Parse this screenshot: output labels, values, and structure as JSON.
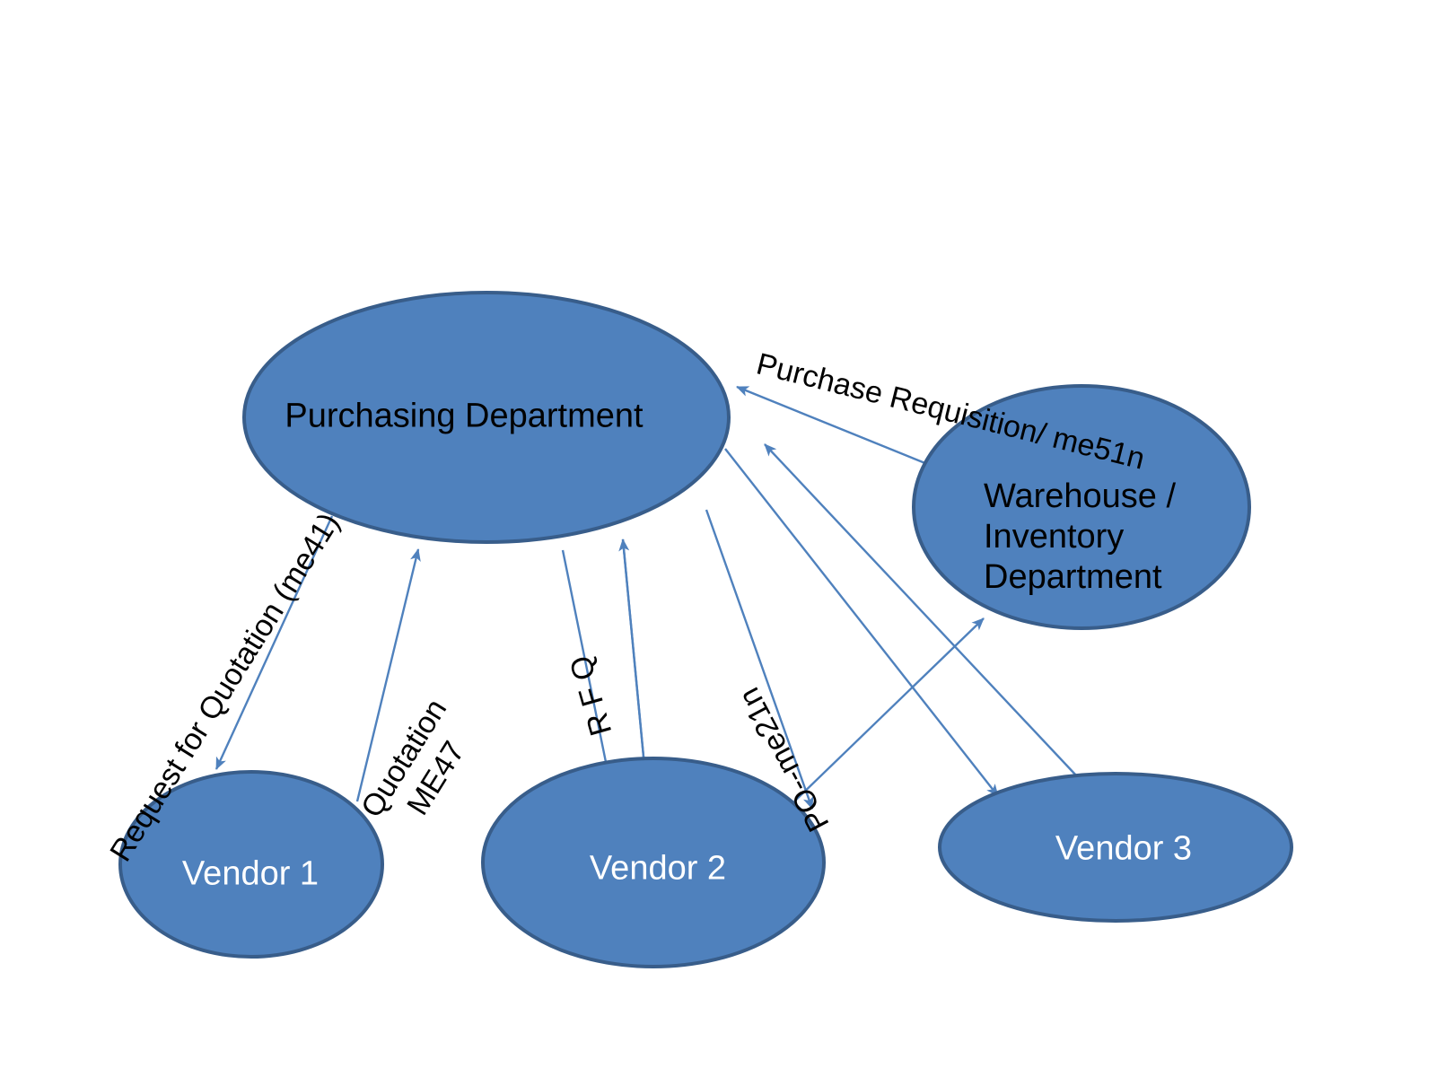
{
  "nodes": {
    "purchasing": {
      "label": "Purchasing Department"
    },
    "warehouse": {
      "line1": "Warehouse /",
      "line2": "Inventory",
      "line3": "Department"
    },
    "vendor1": {
      "label": "Vendor 1"
    },
    "vendor2": {
      "label": "Vendor 2"
    },
    "vendor3": {
      "label": "Vendor 3"
    }
  },
  "edges": {
    "purchase_requisition": {
      "label": "Purchase Requisition/ me51n",
      "from": "warehouse",
      "to": "purchasing",
      "arrowhead_at": "purchasing"
    },
    "request_for_quotation": {
      "label": "Request for Quotation (me41)",
      "from": "purchasing",
      "to": "vendor1",
      "arrowhead_at": "vendor1"
    },
    "quotation": {
      "line1": "Quotation",
      "line2": "ME47",
      "from": "vendor1",
      "to": "purchasing",
      "arrowhead_at": "purchasing"
    },
    "rfq": {
      "label": "R F Q",
      "from": "purchasing",
      "to": "vendor2",
      "bidirectional": true
    },
    "po": {
      "label": "PO--me21n",
      "from": "purchasing",
      "to": "vendor2",
      "arrowhead_at": "vendor2"
    },
    "purchasing_vendor2_line": {
      "from": "purchasing",
      "to": "vendor2",
      "arrowhead_at": "none"
    },
    "purchasing_to_vendor3": {
      "from": "purchasing",
      "to": "vendor3",
      "arrowhead_at": "vendor3"
    },
    "vendor3_to_purchasing": {
      "from": "vendor3",
      "to": "purchasing",
      "arrowhead_at": "purchasing"
    },
    "vendor2_to_warehouse": {
      "from": "vendor2",
      "to": "warehouse",
      "arrowhead_at": "warehouse"
    }
  },
  "colors": {
    "node_fill": "#4f81bd",
    "node_stroke": "#385d8a",
    "arrow_color": "#4f81bd",
    "label_dark": "#000000",
    "label_light": "#ffffff",
    "bg": "#ffffff"
  }
}
